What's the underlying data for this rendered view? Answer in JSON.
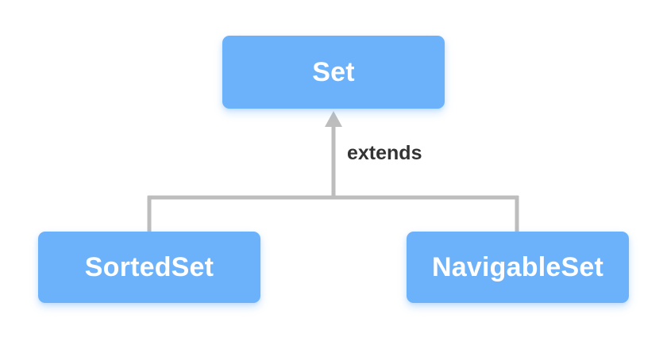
{
  "diagram": {
    "type": "uml-class-hierarchy",
    "background_color": "#ffffff",
    "node_fill_color": "#6cb2fb",
    "node_text_color": "#ffffff",
    "connector_color": "#bdbdbd",
    "label_text_color": "#333333",
    "nodes": [
      {
        "id": "set",
        "label": "Set",
        "role": "superclass"
      },
      {
        "id": "sortedset",
        "label": "SortedSet",
        "role": "subclass"
      },
      {
        "id": "navigableset",
        "label": "NavigableSet",
        "role": "subclass"
      }
    ],
    "relationships": [
      {
        "label": "extends",
        "from": [
          "sortedset",
          "navigableset"
        ],
        "to": "set",
        "arrow": "hollow-triangle-up"
      }
    ]
  }
}
